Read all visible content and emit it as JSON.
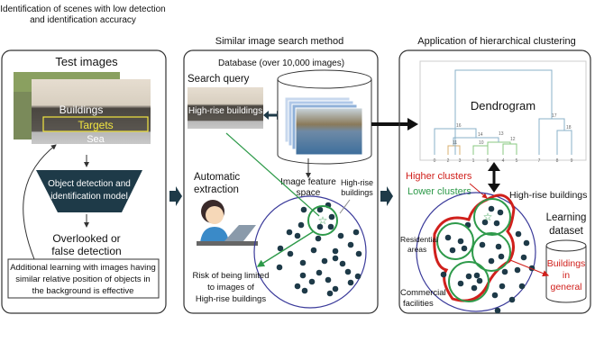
{
  "left_panel": {
    "heading_line1": "Identification of scenes with low detection",
    "heading_line2": "and identification accuracy",
    "test_images": "Test images",
    "buildings": "Buildings",
    "targets": "Targets",
    "sea": "Sea",
    "model_line1": "Object detection and",
    "model_line2": "identification model",
    "result_line1": "Overlooked or",
    "result_line2": "false detection",
    "note_line1": "Additional learning with images having",
    "note_line2": "similar relative position of objects in",
    "note_line3": "the background is effective"
  },
  "center_panel": {
    "heading": "Similar image search method",
    "database": "Database (over 10,000 images)",
    "search_query": "Search query",
    "query_label": "High-rise buildings",
    "auto_line1": "Automatic",
    "auto_line2": "extraction",
    "feature_line1": "Image feature",
    "feature_line2": "space",
    "hr_line1": "High-rise",
    "hr_line2": "buildings",
    "risk_line1": "Risk of being limited",
    "risk_line2": "to images of",
    "risk_line3": "High-rise buildings"
  },
  "right_panel": {
    "heading": "Application of hierarchical clustering",
    "dendrogram": "Dendrogram",
    "leaf_labels": [
      "0",
      "2",
      "3",
      "1",
      "6",
      "4",
      "5",
      "7",
      "8",
      "9"
    ],
    "node_labels": [
      "16",
      "14",
      "13",
      "11",
      "10",
      "12",
      "17",
      "18"
    ],
    "higher_clusters": "Higher clusters",
    "lower_clusters": "Lower clusters",
    "high_rise": "High-rise buildings",
    "residential_line1": "Residential",
    "residential_line2": "areas",
    "commercial_line1": "Commercial",
    "commercial_line2": "facilities",
    "learning_line1": "Learning",
    "learning_line2": "dataset",
    "buildings_line1": "Buildings",
    "buildings_line2": "in",
    "buildings_line3": "general"
  },
  "colors": {
    "dark_teal": "#1e3a48",
    "green": "#2e9a4a",
    "red": "#d0201c",
    "navy_circle": "#3a3a9a",
    "target_yellow": "#f2e640"
  }
}
